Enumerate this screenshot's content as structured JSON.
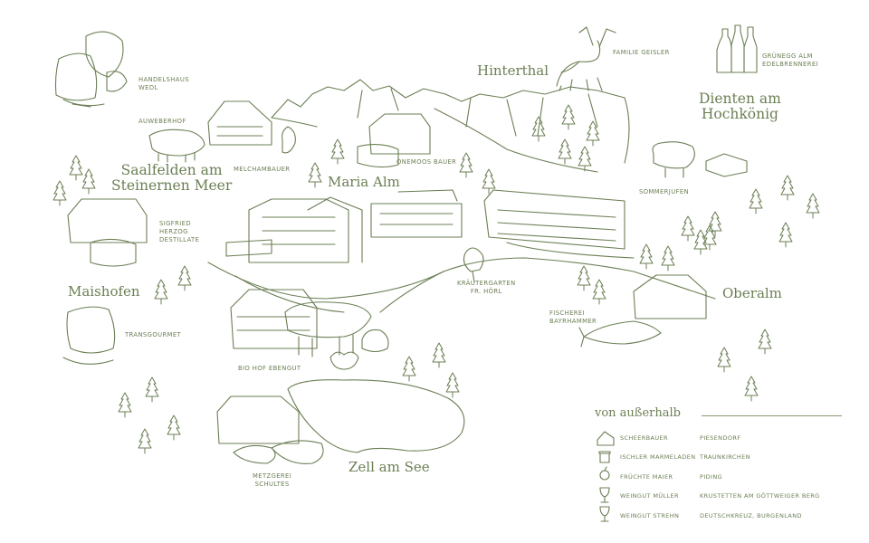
{
  "colors": {
    "ink": "#6b7f54",
    "paper": "#ffffff"
  },
  "towns": {
    "hinterthal": "Hinterthal",
    "dienten": "Dienten am\nHochkönig",
    "saalfelden": "Saalfelden am\nSteinernen Meer",
    "maria_alm": "Maria Alm",
    "maishofen": "Maishofen",
    "oberalm": "Oberalm",
    "zell": "Zell am See"
  },
  "suppliers": {
    "handelshaus": "HANDELSHAUS\nWEDL",
    "auweberhof": "AUWEBERHOF",
    "melchambauer": "MELCHAMBAUER",
    "onemoos": "ONEMOOS BAUER",
    "geisler": "FAMILIE GEISLER",
    "gruenegg": "GRÜNEGG ALM\nEDELBRENNEREI",
    "sommerjufen": "SOMMERJUFEN",
    "sigfried": "SIGFRIED\nHERZOG\nDESTILLATE",
    "kraeutergarten": "KRÄUTERGARTEN\nFR. HÖRL",
    "fischerei": "FISCHEREI\nBAYRHAMMER",
    "transgourmet": "TRANSGOURMET",
    "biohof": "BIO HOF EBENGUT",
    "metzgerei": "METZGEREI\nSCHULTES"
  },
  "legend": {
    "title": "von außerhalb",
    "items": [
      {
        "name": "SCHEERBAUER",
        "place": "PIESENDORF",
        "icon": "cheese-icon"
      },
      {
        "name": "ISCHLER MARMELADEN",
        "place": "TRAUNKIRCHEN",
        "icon": "jam-jar-icon"
      },
      {
        "name": "FRÜCHTE MAIER",
        "place": "PIDING",
        "icon": "apple-icon"
      },
      {
        "name": "WEINGUT MÜLLER",
        "place": "KRUSTETTEN AM GÖTTWEIGER BERG",
        "icon": "wine-glass-icon"
      },
      {
        "name": "WEINGUT STREHN",
        "place": "DEUTSCHKREUZ, BURGENLAND",
        "icon": "wine-glass-icon"
      }
    ]
  }
}
